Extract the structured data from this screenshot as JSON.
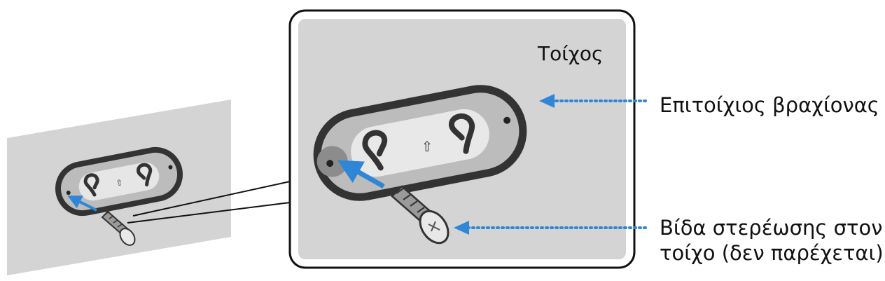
{
  "diagram": {
    "wall_label": "Τοίχος",
    "callouts": {
      "bracket": "Επιτοίχιος βραχίονας",
      "screw_line1": "Βίδα στερέωσης στον",
      "screw_line2": "τοίχο (δεν παρέχεται)"
    },
    "arrow_glyph": "⇧"
  },
  "colors": {
    "wall": "#d4d4d4",
    "bracket_body": "#333333",
    "bracket_face": "#bcbcbc",
    "bracket_center": "#e8e8e8",
    "arrow": "#2f86d6",
    "callout_dots": "#2f86d6",
    "frame": "#111111"
  }
}
